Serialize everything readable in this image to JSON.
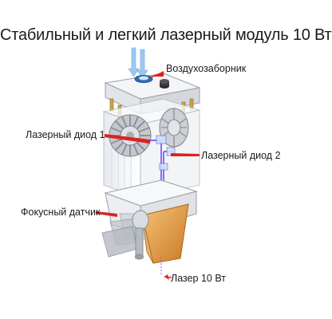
{
  "title": "Стабильный и легкий лазерный модуль 10 Вт",
  "labels": {
    "air_intake": "Воздухозаборник",
    "laser_diode_1": "Лазерный диод 1",
    "laser_diode_2": "Лазерный диод 2",
    "focus_sensor": "Фокусный датчик",
    "laser": "Лазер 10 Вт"
  },
  "colors": {
    "pointer": "#e02020",
    "airflow": "#9ec9ee",
    "beam": "#7b5cff",
    "lens": "#e2a04a",
    "body": "#f2f3f5"
  }
}
